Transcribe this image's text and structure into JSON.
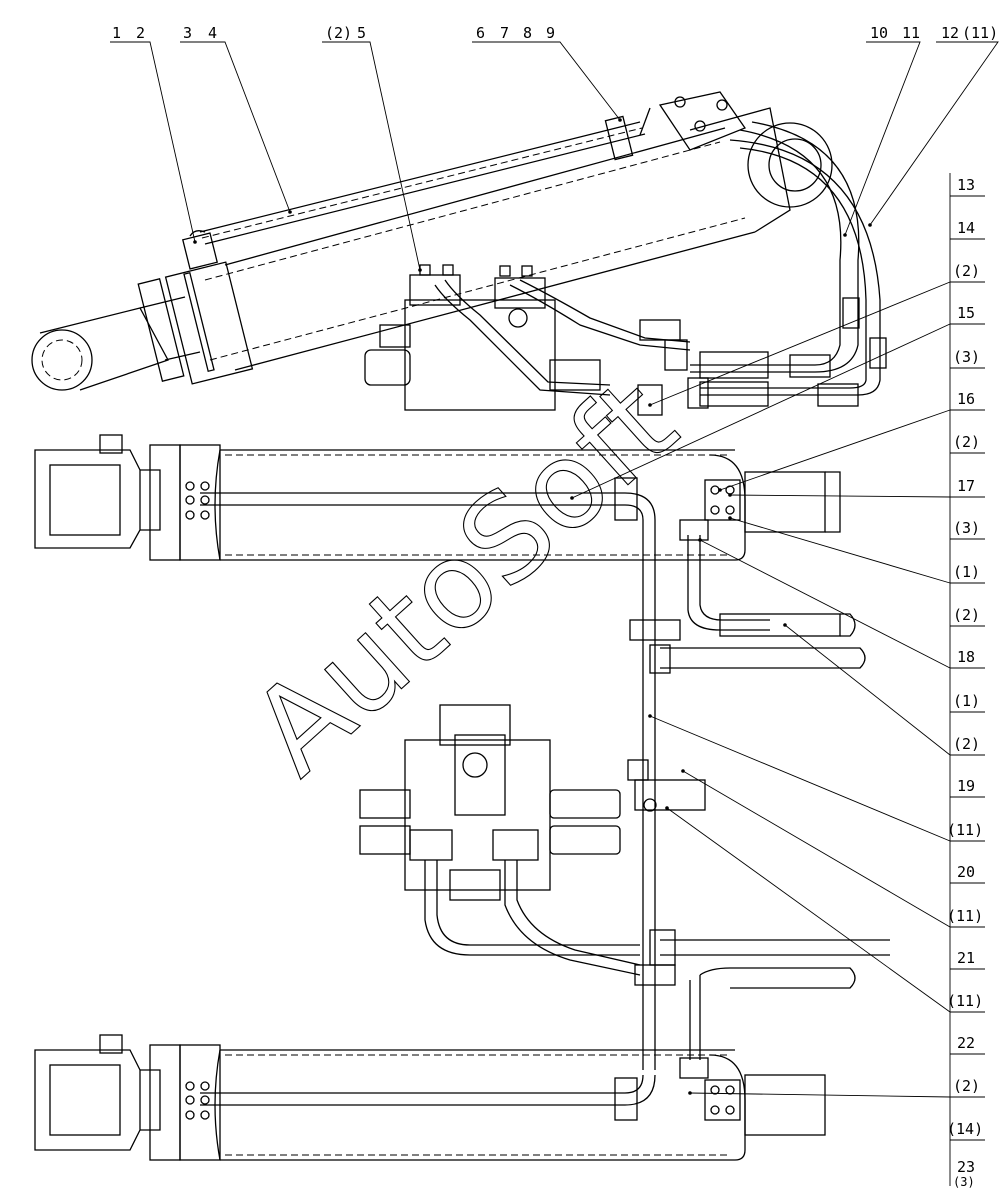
{
  "callouts_top": {
    "c1": "1",
    "c2": "2",
    "c3": "3",
    "c4": "4",
    "c2p": "(2)",
    "c5": "5",
    "c6": "6",
    "c7": "7",
    "c8": "8",
    "c9": "9",
    "c10": "10",
    "c11": "11",
    "c12": "12",
    "c11p": "(11)"
  },
  "callouts_right": [
    "13",
    "14",
    "(2)",
    "15",
    "(3)",
    "16",
    "(2)",
    "17",
    "(3)",
    "(1)",
    "(2)",
    "18",
    "(1)",
    "(2)",
    "19",
    "(11)",
    "20",
    "(11)",
    "21",
    "(11)",
    "22",
    "(2)",
    "(14)",
    "23",
    "(3)"
  ],
  "watermark": "AutoSoft"
}
